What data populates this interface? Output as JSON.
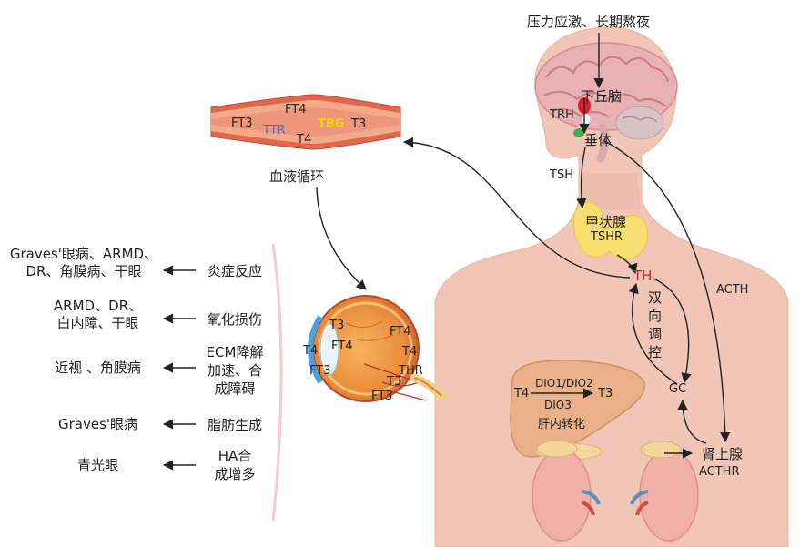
{
  "top_trigger": "压力应激、长期熬夜",
  "brain": {
    "hypothalamus": "下丘脑",
    "pituitary": "垂体",
    "trh": "TRH",
    "tsh": "TSH",
    "acth": "ACTH"
  },
  "thyroid": {
    "name": "甲状腺",
    "receptor": "TSHR"
  },
  "blood": {
    "label": "血液循环",
    "ft4_top": "FT4",
    "ft3": "FT3",
    "ttr": "TTR",
    "tbg": "TBG",
    "t3": "T3",
    "t4": "T4"
  },
  "regulation": {
    "th": "TH",
    "bidirectional": "双\n向\n调\n控",
    "gc": "GC"
  },
  "liver": {
    "t4": "T4",
    "dio12": "DIO1/DIO2",
    "t3": "T3",
    "dio3": "DIO3",
    "label": "肝内转化"
  },
  "adrenal": {
    "name": "肾上腺",
    "receptor": "ACTHR"
  },
  "eye": {
    "t3_a": "T3",
    "ft4_a": "FT4",
    "t4_a": "T4",
    "ft3_a": "FT3",
    "ft4_b": "FT4",
    "t4_b": "T4",
    "t3_b": "T3",
    "thr": "THR",
    "ft3_b": "FT3"
  },
  "effects": [
    {
      "disease": "Graves'眼病、ARMD、\nDR、角膜病、干眼",
      "effect": "炎症反应"
    },
    {
      "disease": "ARMD、DR、\n白内障、干眼",
      "effect": "氧化损伤"
    },
    {
      "disease": "近视 、角膜病",
      "effect": "ECM降解\n加速、合\n成障碍"
    },
    {
      "disease": "Graves'眼病",
      "effect": "脂肪生成"
    },
    {
      "disease": "青光眼",
      "effect": "HA合\n成增多"
    }
  ],
  "colors": {
    "skin": "#f1c6b6",
    "vessel": "#e0674d",
    "tbg": "#f5d400",
    "ttr": "#5b6fb5",
    "th": "#d4203a",
    "thyroid": "#f6df6e",
    "liver": "#e9b08a",
    "kidney": "#f0b0a8"
  }
}
